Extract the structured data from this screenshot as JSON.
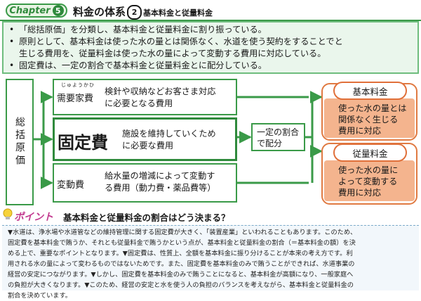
{
  "header": {
    "chapter_label": "Chapter",
    "chapter_number": "5",
    "title_main": "料金の体系",
    "title_num": "2",
    "title_sub": "基本料金と従量料金"
  },
  "bullets": [
    "「総括原価」を分類し、基本料金と従量料金に割り振っている。",
    "原則として、基本料金は使った水の量とは関係なく、水道を使う契約をすることでと",
    "生じる費用を、従量料金は使った水の量によって変動する費用に対応している。",
    "固定費は、一定の割合で基本料金と従量料金とに配分している。"
  ],
  "diagram": {
    "left_label": "総括原価",
    "demand": {
      "ruby": "じゅようかひ",
      "label": "需要家費",
      "desc_line1": "検針や収納などお客さま対応",
      "desc_line2": "に必要となる費用"
    },
    "fixed": {
      "label": "固定費",
      "desc_line1": "施設を維持していくため",
      "desc_line2": "に必要な費用"
    },
    "variable": {
      "label": "変動費",
      "desc_line1": "給水量の増減によって変動す",
      "desc_line2": "る費用（動力費・薬品費等）"
    },
    "ratio": {
      "line1": "一定の割合",
      "line2": "で配分"
    },
    "basic": {
      "label": "基本料金",
      "desc_line1": "使った水の量とは",
      "desc_line2": "関係なく生じる",
      "desc_line3": "費用に対応"
    },
    "volume": {
      "label": "従量料金",
      "desc_line1": "使った水の量に",
      "desc_line2": "よって変動する",
      "desc_line3": "費用に対応"
    }
  },
  "point": {
    "word": "ポイント",
    "title": "基本料金と従量料金の割合はどう決まる？",
    "body": [
      "▼水道は、浄水場や水道管などの維持管理に関する固定費が大きく、「装置産業」といわれることもあります。このため、",
      "固定費を基本料金で賄うか、それとも従量料金で賄うかという点が、基本料金と従量料金の割合（＝基本料金の額）を決",
      "める上で、重要なポイントとなります。▼固定費は、性質上、全額を基本料金に振り分けることが本来の考え方です。利",
      "用される水の量によって変わるものではないためです。また、固定費を基本料金のみで賄うことができれば、水道事業の",
      "経営の安定につながります。▼しかし、固定費を基本料金のみで賄うことになると、基本料金が高額になり、一般家庭へ",
      "の負担が大きくなります。▼このため、経営の安定と水を使う人の負担のバランスを考えながら、基本料金と従量料金の",
      "割合を決めています。"
    ]
  },
  "colors": {
    "green": "#3a9a48",
    "orange": "#e0703a",
    "orange_fill": "#f4b48e",
    "bullet_bg": "#eaf6ec",
    "point_magenta": "#c23a8f"
  }
}
